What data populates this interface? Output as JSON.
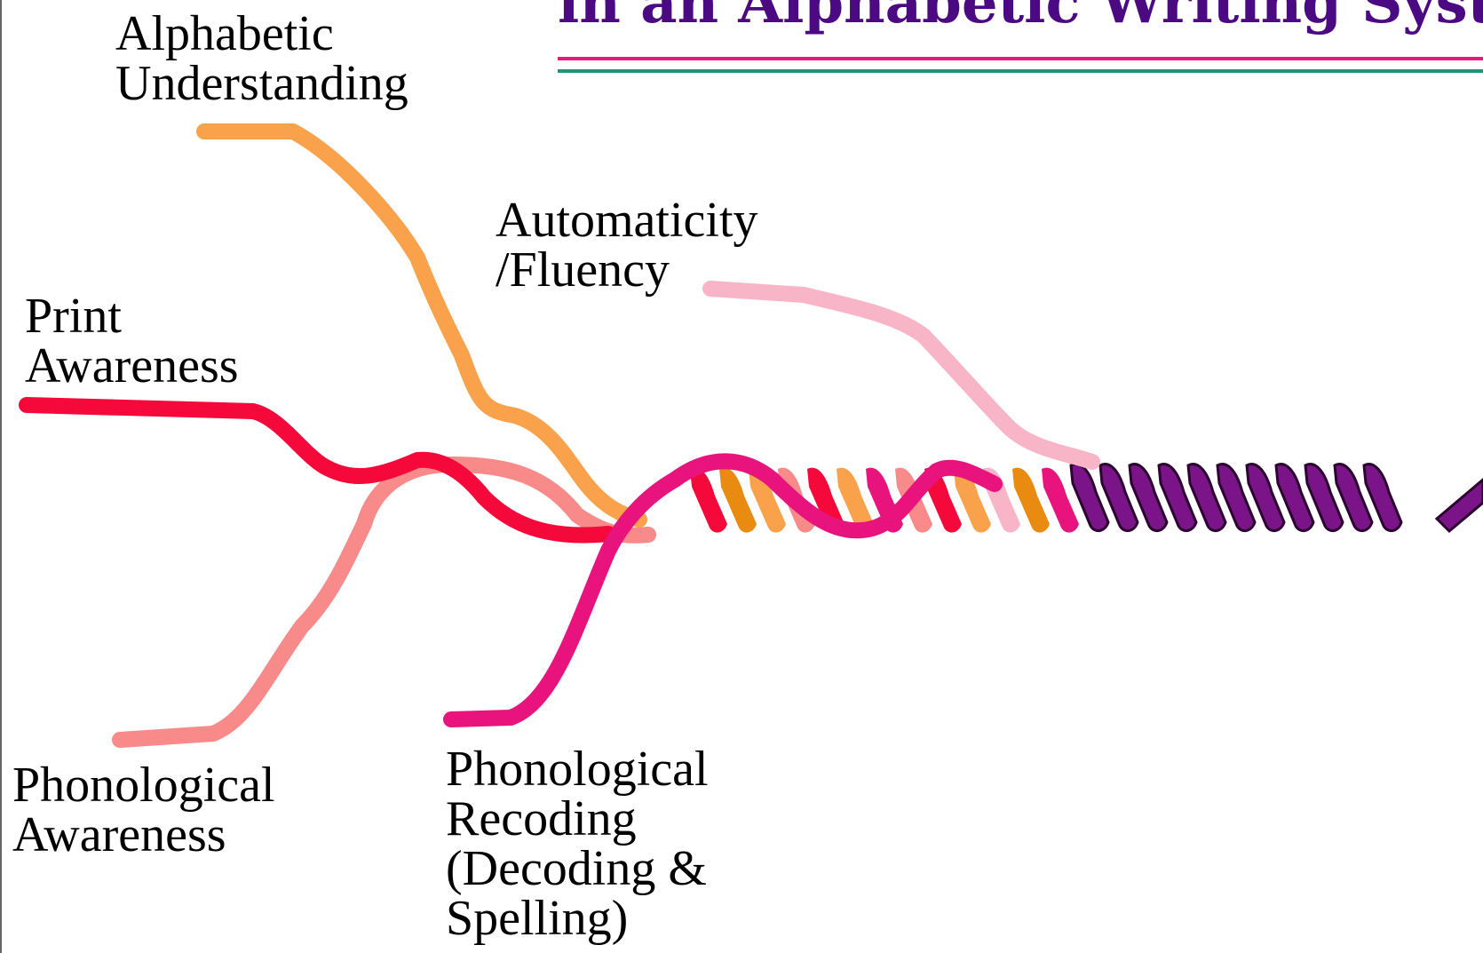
{
  "title": "in an Alphabetic Writing System",
  "labels": {
    "alphabetic_understanding": [
      "Alphabetic",
      "Understanding"
    ],
    "automaticity_fluency": [
      "Automaticity",
      "/Fluency"
    ],
    "print_awareness": [
      "Print",
      "Awareness"
    ],
    "phonological_awareness": [
      "Phonological",
      "Awareness"
    ],
    "phonological_recoding": [
      "Phonological",
      "Recoding",
      "(Decoding &",
      "Spelling)"
    ]
  },
  "colors": {
    "title": "#4b0a82",
    "rule_top": "#e6197d",
    "rule_bottom": "#1f9477",
    "alphabetic_understanding": "#f9a24b",
    "alphabetic_understanding_dark": "#e88b10",
    "automaticity_fluency": "#f9b5c8",
    "print_awareness": "#f5083a",
    "phonological_awareness": "#f98a8a",
    "phonological_recoding": "#e8137d",
    "rope": "#7b1489",
    "rope_outline": "#2b0430"
  }
}
